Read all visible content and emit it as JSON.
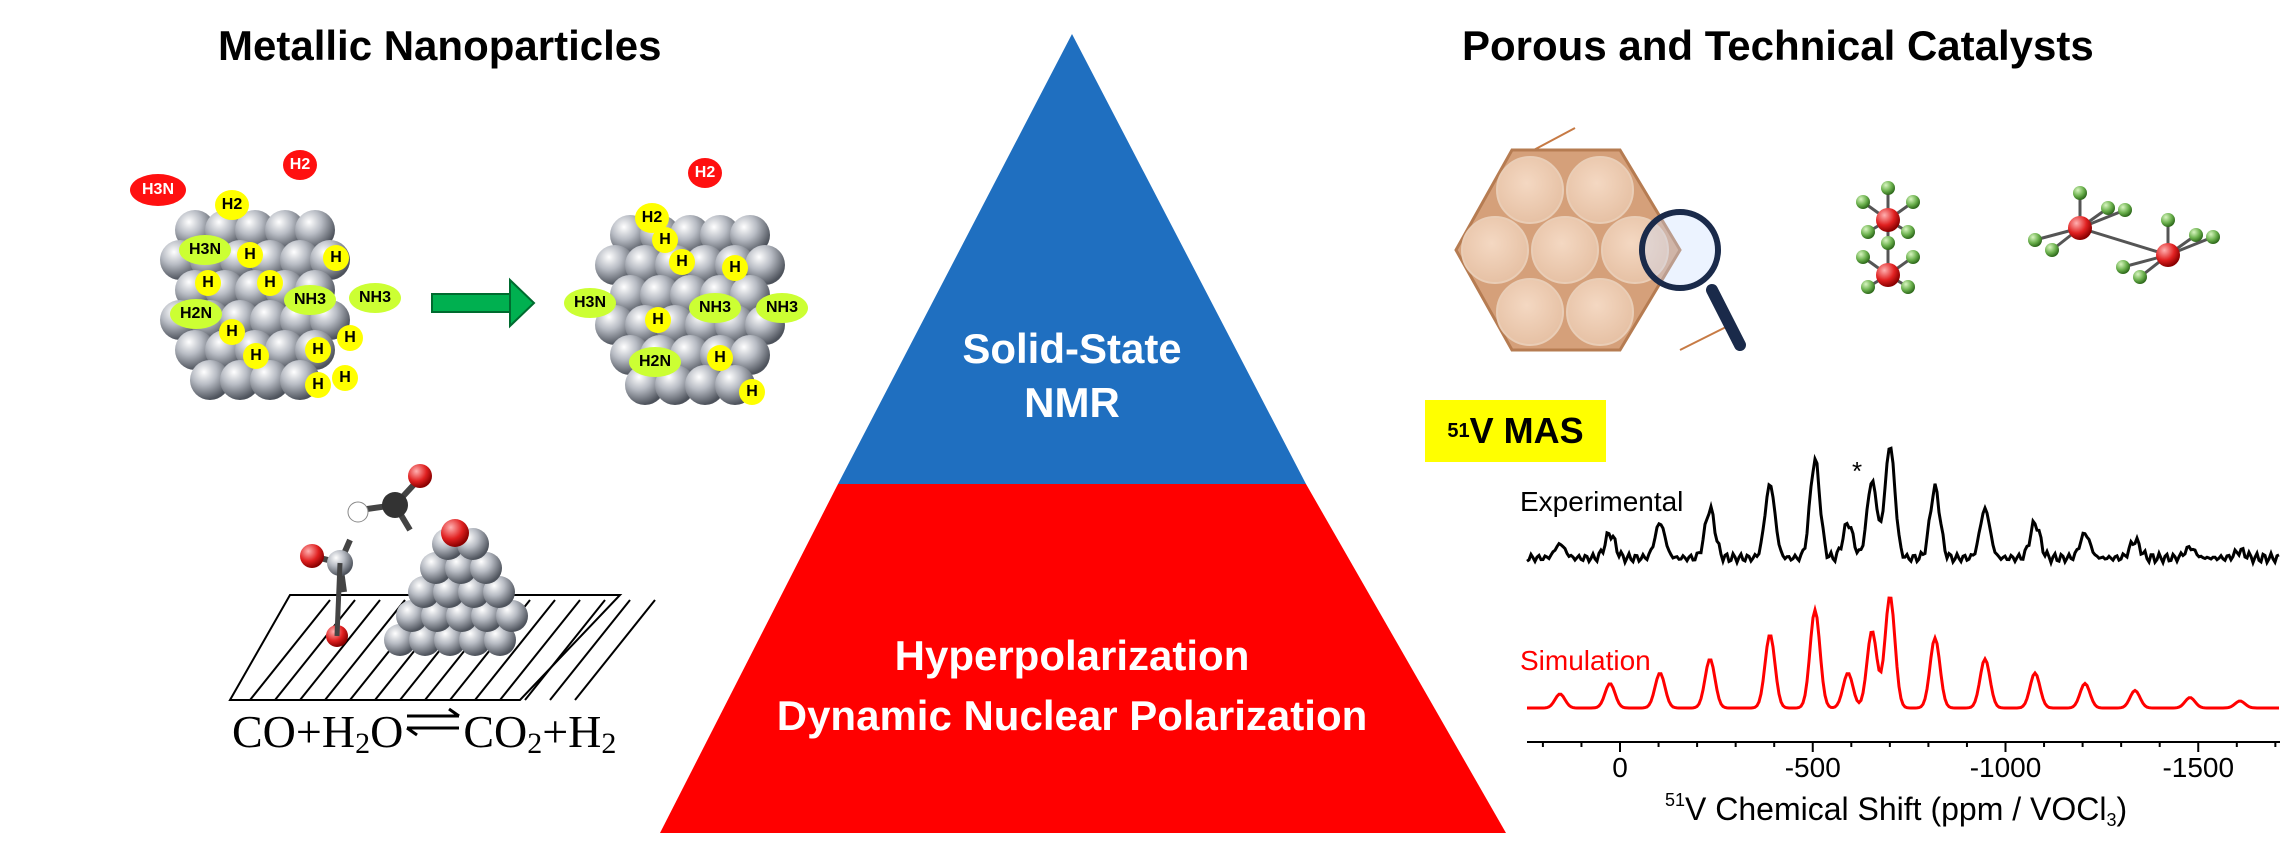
{
  "headings": {
    "left": "Metallic Nanoparticles",
    "right": "Porous and Technical Catalysts"
  },
  "pyramid": {
    "top_line1": "Solid-State",
    "top_line2": "NMR",
    "bottom_line1": "Hyperpolarization",
    "bottom_line2": "Dynamic Nuclear Polarization",
    "top_color": "#1f6fc0",
    "bottom_color": "#ff0000"
  },
  "nanoparticle_labels": {
    "h3n": "H3N",
    "h2_out": "H2",
    "h2_bound": "H2",
    "nh3": "NH3",
    "h2n": "H2N",
    "h": "H"
  },
  "reaction": {
    "co": "CO+H",
    "sub1": "2",
    "o": "O",
    "co2": "CO",
    "sub2": "2",
    "h": "+H",
    "sub3": "2"
  },
  "mas_badge": {
    "sup": "51",
    "text": "V MAS"
  },
  "spectrum": {
    "experimental_label": "Experimental",
    "simulation_label": "Simulation",
    "experimental_color": "#000000",
    "simulation_color": "#ff0000",
    "asterisk": "*",
    "x_ticks": [
      "0",
      "-500",
      "-1000",
      "-1500"
    ],
    "x_label_sup": "51",
    "x_label_main": "V Chemical Shift (ppm / VOCl",
    "x_label_sub": "3",
    "x_label_end": ")"
  }
}
